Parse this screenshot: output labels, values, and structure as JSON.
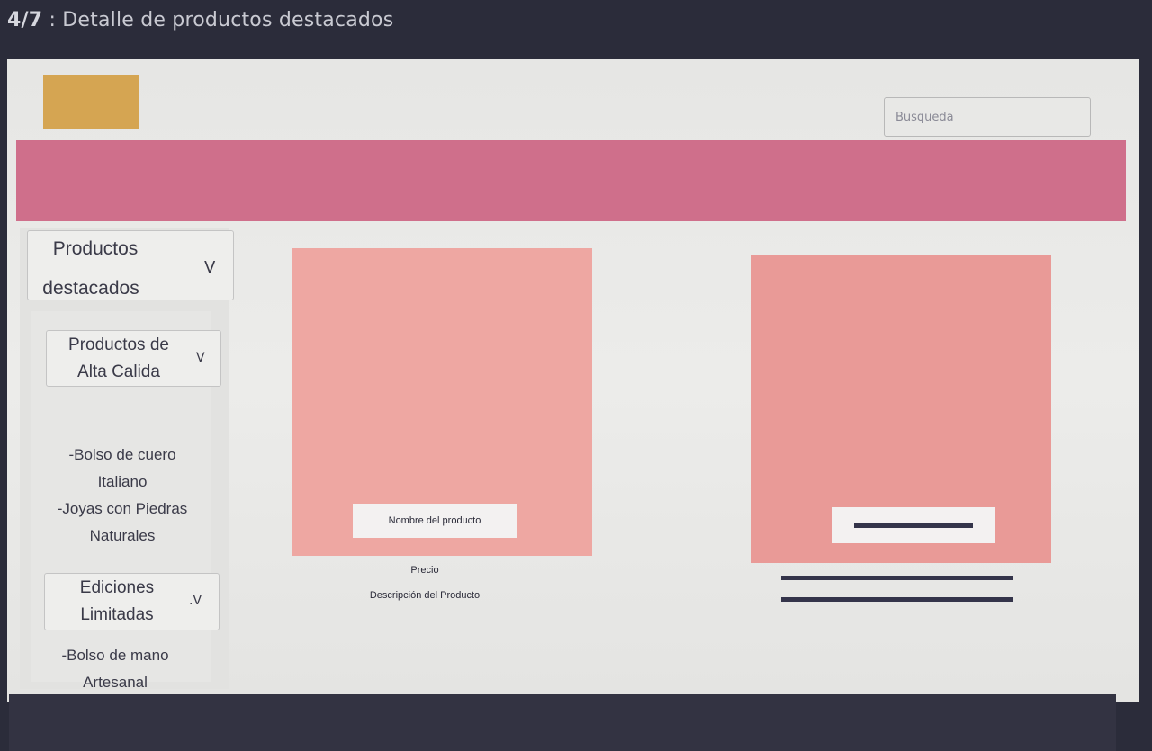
{
  "slide": {
    "step": "4/7",
    "separator": " : ",
    "title": "Detalle de productos destacados"
  },
  "header": {
    "search_placeholder": "Busqueda"
  },
  "sidebar": {
    "main_dropdown": {
      "line1": "Productos",
      "line2": "destacados",
      "chevron": "V"
    },
    "group1": {
      "line1": "Productos de",
      "line2": "Alta Calida",
      "chevron": "V",
      "items": [
        "-Bolso de cuero",
        "Italiano",
        "-Joyas con Piedras",
        "Naturales"
      ]
    },
    "group2": {
      "line1": "Ediciones",
      "line2": "Limitadas",
      "chevron": ".V",
      "items": [
        "-Bolso de mano",
        "Artesanal"
      ]
    }
  },
  "product1": {
    "name": "Nombre del producto",
    "price": "Precio",
    "description": "Descripción del Producto"
  },
  "colors": {
    "banner": "#cf6f8b",
    "logo": "#d5a552",
    "product_image": "#eea7a2",
    "background": "#2b2c3a"
  },
  "icons": {
    "dropdown": "chevron-down-icon"
  }
}
